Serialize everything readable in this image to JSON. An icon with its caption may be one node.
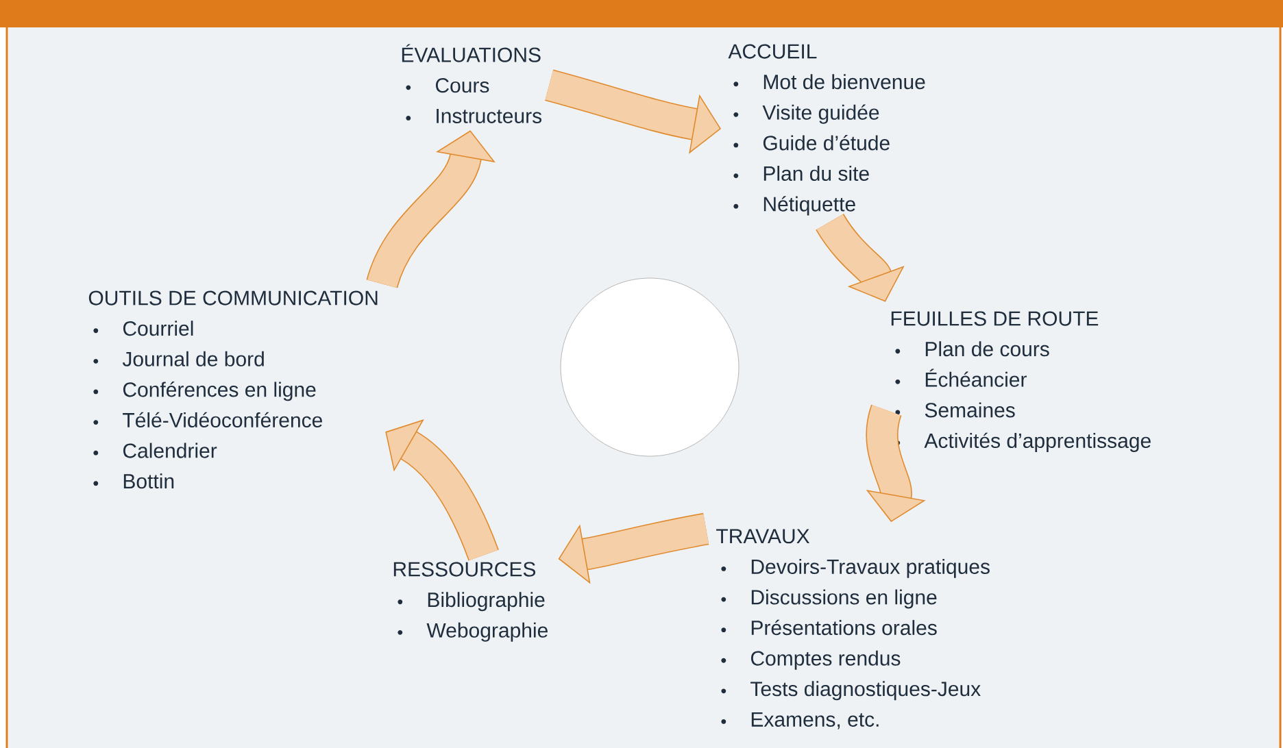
{
  "diagram": {
    "nodes": [
      {
        "text": [
          "ÉVALUATIONS",
          "Cours",
          "Instructeurs"
        ]
      },
      {
        "text": [
          "ACCUEIL",
          "Mot de bienvenue",
          "Visite guidée",
          "Guide d’étude",
          "Plan du site",
          "Nétiquette"
        ]
      },
      {
        "text": [
          "FEUILLES DE ROUTE",
          "Plan de cours",
          "Échéancier",
          "Semaines",
          "Activités d’apprentissage"
        ]
      },
      {
        "text": [
          "TRAVAUX",
          "Devoirs-Travaux pratiques",
          "Discussions en ligne",
          "Présentations orales",
          "Comptes rendus",
          "Tests diagnostiques-Jeux",
          "Examens, etc."
        ]
      },
      {
        "text": [
          "RESSOURCES",
          "Bibliographie",
          "Webographie"
        ]
      },
      {
        "text": [
          "OUTILS DE COMMUNICATION",
          "Courriel",
          "Journal de bord",
          "Conférences en ligne",
          "Télé-Vidéoconférence",
          "Calendrier",
          "Bottin"
        ]
      },
      {
        "text": [],
        "shape": "circle"
      }
    ],
    "edges": [
      {
        "from": 0,
        "to": 1,
        "arrow": "to"
      },
      {
        "from": 1,
        "to": 2,
        "arrow": "to"
      },
      {
        "from": 2,
        "to": 3,
        "arrow": "to"
      },
      {
        "from": 3,
        "to": 4,
        "arrow": "to"
      },
      {
        "from": 4,
        "to": 5,
        "arrow": "to"
      },
      {
        "from": 5,
        "to": 0,
        "arrow": "to"
      }
    ]
  }
}
